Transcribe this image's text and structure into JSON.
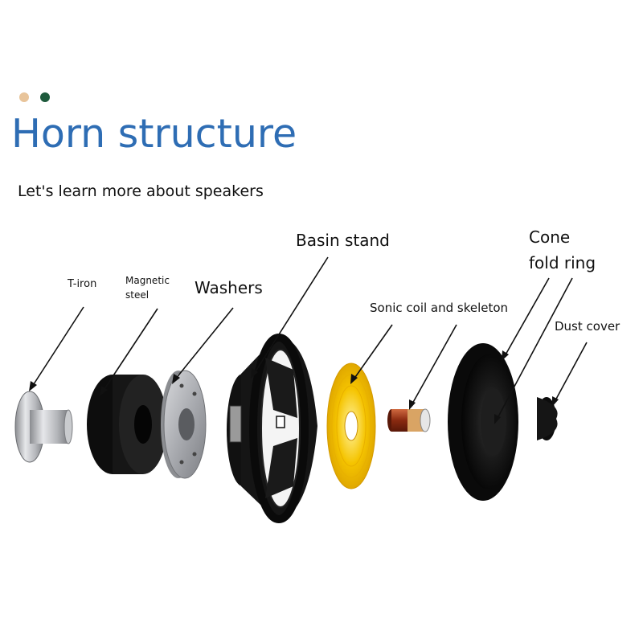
{
  "header": {
    "title": "Horn structure",
    "subtitle": "Let's learn more about speakers",
    "dot_colors": [
      "#e8c49a",
      "#1e5a3c"
    ],
    "title_color": "#2e6db4"
  },
  "labels": {
    "t_iron": "T-iron",
    "magnetic_steel": "Magnetic steel",
    "washers": "Washers",
    "basin_stand": "Basin stand",
    "sonic_coil": "Sonic coil and skeleton",
    "cone": "Cone",
    "fold_ring": "fold ring",
    "dust_cover": "Dust cover"
  }
}
